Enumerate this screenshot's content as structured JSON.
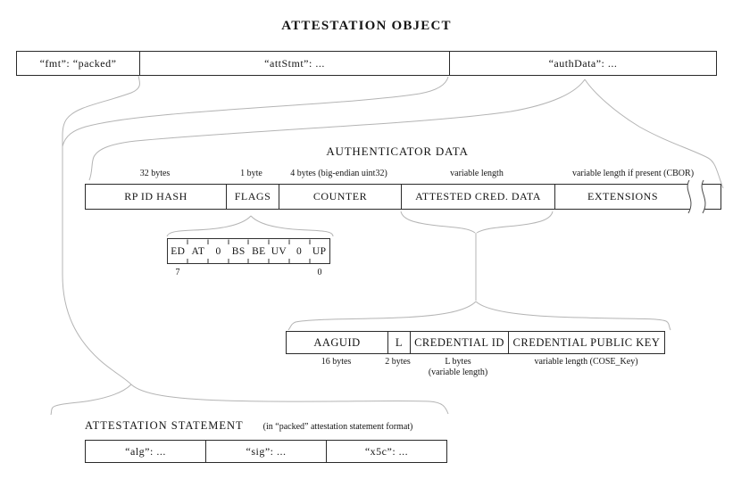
{
  "title": "ATTESTATION OBJECT",
  "attestation_object": {
    "cells": [
      {
        "label": "“fmt”: “packed”"
      },
      {
        "label": "“attStmt”: ..."
      },
      {
        "label": "“authData”: ..."
      }
    ]
  },
  "authenticator_data": {
    "title": "AUTHENTICATOR DATA",
    "fields": [
      {
        "name": "RP ID HASH",
        "size": "32 bytes"
      },
      {
        "name": "FLAGS",
        "size": "1 byte"
      },
      {
        "name": "COUNTER",
        "size": "4 bytes (big-endian uint32)"
      },
      {
        "name": "ATTESTED CRED. DATA",
        "size": "variable length"
      },
      {
        "name": "EXTENSIONS",
        "size": "variable length if present (CBOR)"
      }
    ]
  },
  "flags_bits": {
    "bits": [
      "ED",
      "AT",
      "0",
      "BS",
      "BE",
      "UV",
      "0",
      "UP"
    ],
    "high_bit": "7",
    "low_bit": "0"
  },
  "attested_credential_data": {
    "fields": [
      {
        "name": "AAGUID",
        "size": "16 bytes"
      },
      {
        "name": "L",
        "size": "2 bytes"
      },
      {
        "name": "CREDENTIAL ID",
        "size": "L bytes",
        "size2": "(variable length)"
      },
      {
        "name": "CREDENTIAL PUBLIC KEY",
        "size": "variable length (COSE_Key)"
      }
    ]
  },
  "attestation_statement": {
    "title": "ATTESTATION STATEMENT",
    "subtitle": "(in “packed” attestation statement format)",
    "cells": [
      {
        "label": "“alg”: ..."
      },
      {
        "label": "“sig”: ..."
      },
      {
        "label": "“x5c”: ..."
      }
    ]
  },
  "colors": {
    "border": "#2a2a2a",
    "connector": "#b4b4b4",
    "text": "#141414"
  }
}
